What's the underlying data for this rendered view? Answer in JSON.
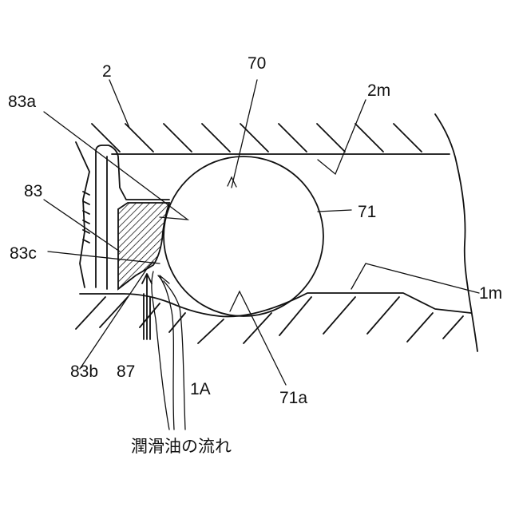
{
  "labels": {
    "housing": "2",
    "ball_assembly": "70",
    "housing_surface": "2m",
    "seal_lip": "83a",
    "ball": "71",
    "seal": "83",
    "seal_edge": "83c",
    "inner_surface": "1m",
    "seal_base": "83b",
    "oil_passage": "87",
    "inner_member": "1A",
    "ball_contact": "71a"
  },
  "caption": "潤滑油の流れ",
  "colors": {
    "ink": "#111111",
    "background": "#ffffff"
  }
}
